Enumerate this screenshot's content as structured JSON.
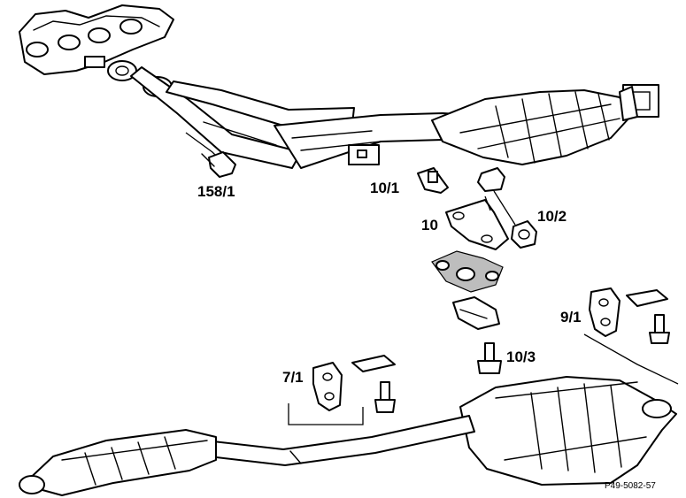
{
  "callouts": {
    "c_158_1": "158/1",
    "c_10_1": "10/1",
    "c_10": "10",
    "c_10_2": "10/2",
    "c_10_3": "10/3",
    "c_9_1": "9/1",
    "c_7_1": "7/1"
  },
  "drawing_id": "P49-5082-57",
  "colors": {
    "ink": "#000000",
    "paper": "#ffffff",
    "shade": "#bdbdbd"
  }
}
